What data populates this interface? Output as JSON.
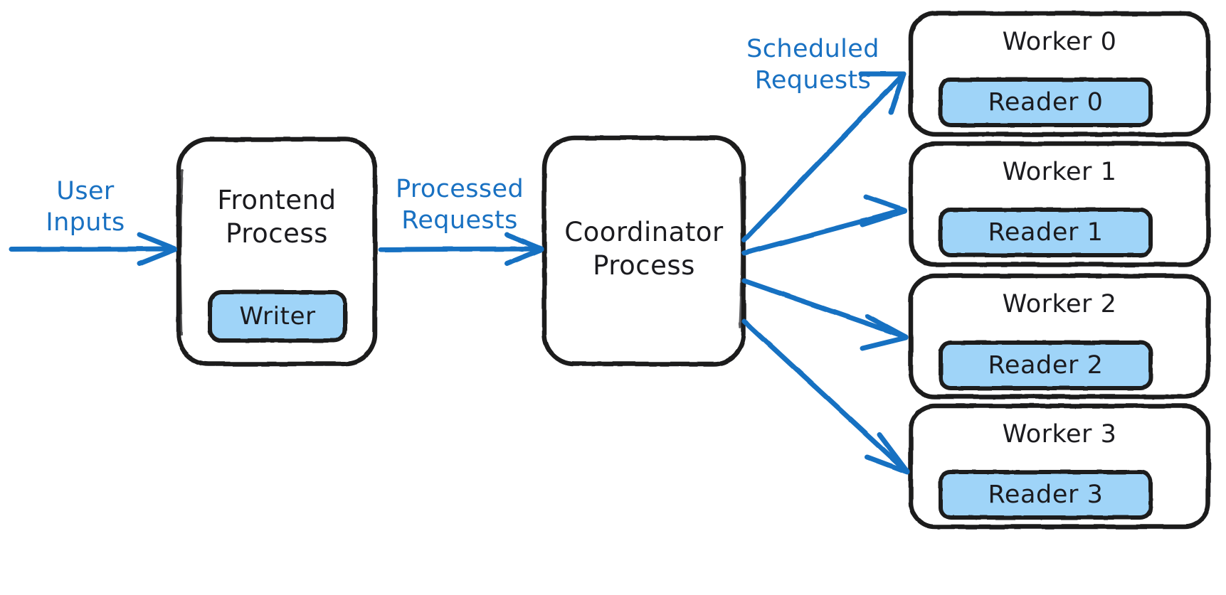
{
  "diagram": {
    "title": "Distributed Request Processing Architecture",
    "style": "hand-drawn",
    "background_color": "#ffffff",
    "accent_color": "#1971c2",
    "node_fill_color": "#9fd4f8",
    "stroke_color": "#1b1b1f",
    "nodes": [
      {
        "id": "frontend-process",
        "label": "Frontend\nProcess",
        "child": {
          "id": "writer",
          "label": "Writer",
          "fill": "#9fd4f8"
        }
      },
      {
        "id": "coordinator-process",
        "label": "Coordinator\nProcess",
        "child": null
      },
      {
        "id": "worker-0",
        "label": "Worker 0",
        "child": {
          "id": "reader-0",
          "label": "Reader 0",
          "fill": "#9fd4f8"
        }
      },
      {
        "id": "worker-1",
        "label": "Worker 1",
        "child": {
          "id": "reader-1",
          "label": "Reader 1",
          "fill": "#9fd4f8"
        }
      },
      {
        "id": "worker-2",
        "label": "Worker 2",
        "child": {
          "id": "reader-2",
          "label": "Reader 2",
          "fill": "#9fd4f8"
        }
      },
      {
        "id": "worker-3",
        "label": "Worker 3",
        "child": {
          "id": "reader-3",
          "label": "Reader 3",
          "fill": "#9fd4f8"
        }
      }
    ],
    "edges": [
      {
        "id": "user-inputs",
        "label": "User\nInputs",
        "from": "external",
        "to": "frontend-process"
      },
      {
        "id": "processed-requests",
        "label": "Processed\nRequests",
        "from": "frontend-process",
        "to": "coordinator-process"
      },
      {
        "id": "scheduled-requests",
        "label": "Scheduled\nRequests",
        "from": "coordinator-process",
        "to": "workers"
      },
      {
        "id": "coordinator-to-worker-0",
        "label": "",
        "from": "coordinator-process",
        "to": "worker-0"
      },
      {
        "id": "coordinator-to-worker-1",
        "label": "",
        "from": "coordinator-process",
        "to": "worker-1"
      },
      {
        "id": "coordinator-to-worker-2",
        "label": "",
        "from": "coordinator-process",
        "to": "worker-2"
      },
      {
        "id": "coordinator-to-worker-3",
        "label": "",
        "from": "coordinator-process",
        "to": "worker-3"
      }
    ]
  },
  "labels": {
    "user_inputs": "User\nInputs",
    "processed_requests": "Processed\nRequests",
    "scheduled_requests": "Scheduled\nRequests",
    "frontend_process": "Frontend\nProcess",
    "coordinator_process": "Coordinator\nProcess",
    "writer": "Writer",
    "worker_0": "Worker 0",
    "worker_1": "Worker 1",
    "worker_2": "Worker 2",
    "worker_3": "Worker 3",
    "reader_0": "Reader 0",
    "reader_1": "Reader 1",
    "reader_2": "Reader 2",
    "reader_3": "Reader 3"
  }
}
